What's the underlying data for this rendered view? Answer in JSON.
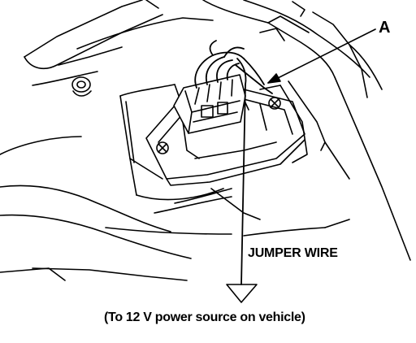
{
  "labels": {
    "callout_a": "A",
    "jumper_wire": "JUMPER WIRE",
    "power_source": "(To 12 V power source on vehicle)"
  }
}
